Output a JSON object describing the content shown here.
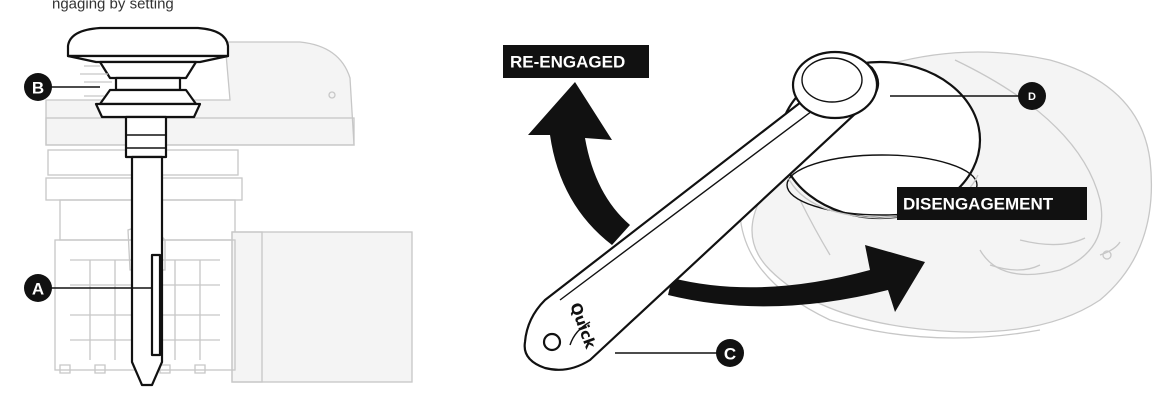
{
  "header_text": "ngaging by setting",
  "callouts": {
    "a": "A",
    "b": "B",
    "c": "C",
    "d": "D"
  },
  "banners": {
    "re_engaged": "RE-ENGAGED",
    "disengagement": "DISENGAGEMENT"
  },
  "handle_brand": "Quick",
  "colors": {
    "ink": "#111111",
    "ghost_line": "#c7c7c7",
    "ghost_fill": "#f4f4f4",
    "banner_bg": "#111111",
    "banner_text": "#ffffff"
  }
}
